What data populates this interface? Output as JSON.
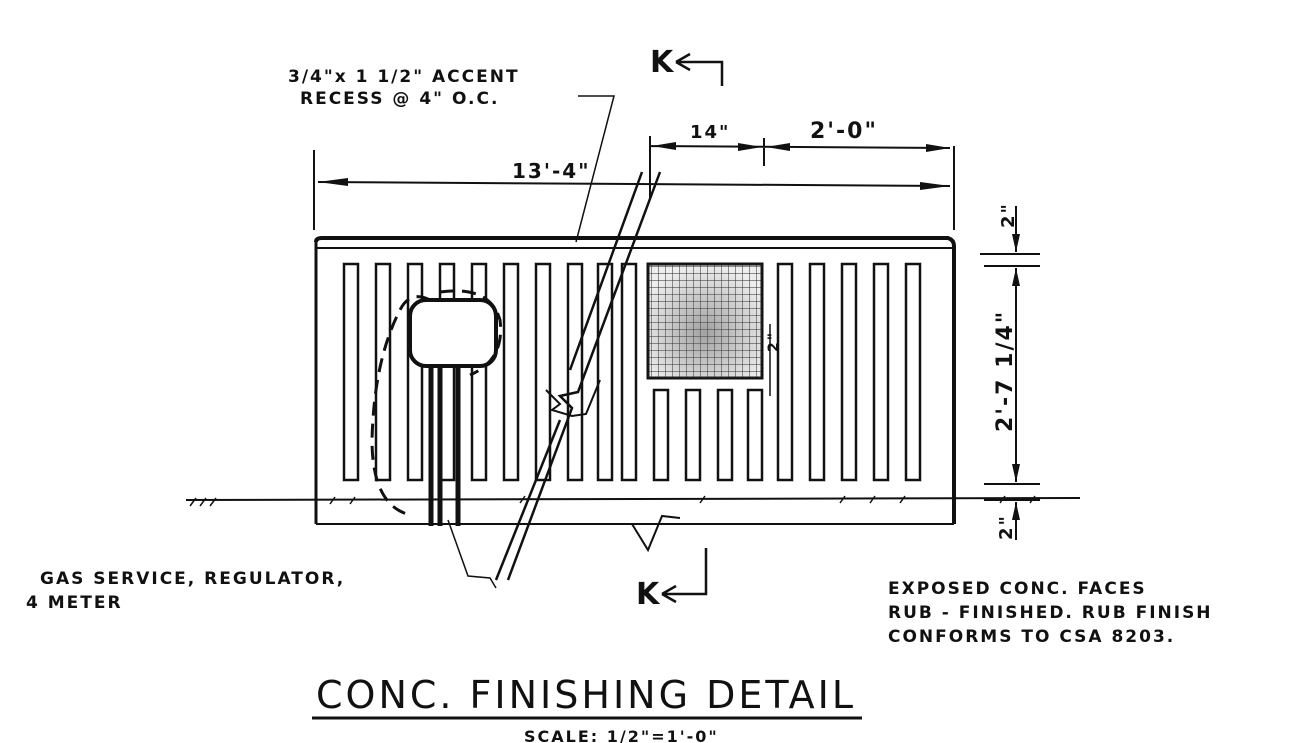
{
  "drawing": {
    "title": "CONC. FINISHING DETAIL",
    "scale": "SCALE: 1/2\"=1'-0\"",
    "callouts": {
      "accent_recess_line1": "3/4\"x 1 1/2\" ACCENT",
      "accent_recess_line2": "RECESS @ 4\" O.C.",
      "gas_line1": "GAS SERVICE, REGULATOR,",
      "gas_line2": "4 METER",
      "notes_line1": "EXPOSED CONC. FACES",
      "notes_line2": "RUB - FINISHED. RUB FINISH",
      "notes_line3": "CONFORMS TO CSA 8203."
    },
    "section_marks": {
      "top": "K",
      "bottom": "K"
    },
    "dimensions": {
      "overall": "13'-4\"",
      "grille_width": "14\"",
      "right_panel": "2'-0\"",
      "cap": "2\"",
      "height": "2'-7 1/4\"",
      "base": "2\"",
      "grille_small": "2\""
    }
  }
}
